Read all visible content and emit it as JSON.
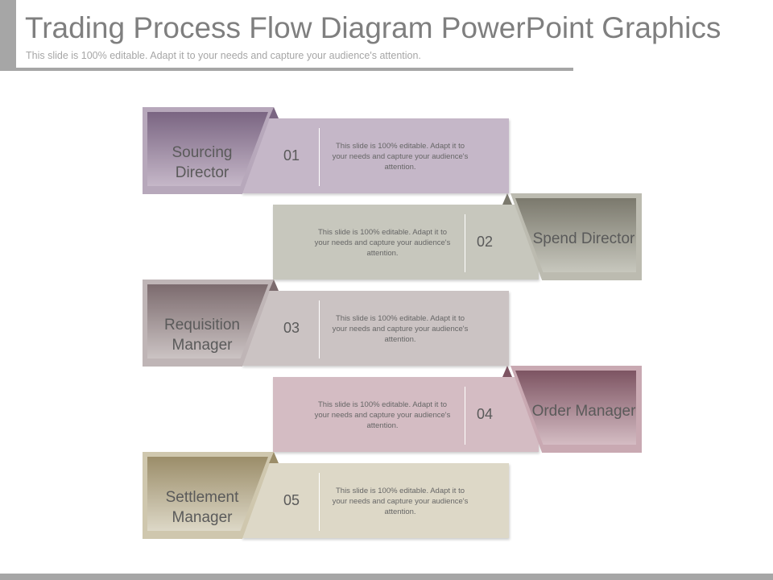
{
  "header": {
    "title": "Trading Process Flow Diagram PowerPoint Graphics",
    "subtitle": "This slide is 100% editable. Adapt it to your needs and capture your audience's attention."
  },
  "steps": [
    {
      "number": "01",
      "label": "Sourcing Director",
      "text": "This slide is 100% editable. Adapt it to your needs and capture your audience's attention.",
      "side": "left",
      "dark": "#7a6582",
      "light": "#c5b7c8",
      "frame": "#b7a8bb"
    },
    {
      "number": "02",
      "label": "Spend Director",
      "text": "This slide is 100% editable. Adapt it to your needs and capture your audience's attention.",
      "side": "right",
      "dark": "#7b796d",
      "light": "#c7c7bd",
      "frame": "#bcbbb0"
    },
    {
      "number": "03",
      "label": "Requisition Manager",
      "text": "This slide is 100% editable. Adapt it to your needs and capture your audience's attention.",
      "side": "left",
      "dark": "#7c6b6e",
      "light": "#cbc3c3",
      "frame": "#bfb5b6"
    },
    {
      "number": "04",
      "label": "Order Manager",
      "text": "This slide is 100% editable. Adapt it to your needs and capture your audience's attention.",
      "side": "right",
      "dark": "#7d5462",
      "light": "#d4bcc3",
      "frame": "#c9a9b2"
    },
    {
      "number": "05",
      "label": "Settlement Manager",
      "text": "This slide is 100% editable. Adapt it to your needs and capture your audience's attention.",
      "side": "left",
      "dark": "#9b8d69",
      "light": "#ddd8c7",
      "frame": "#cfc7ae"
    }
  ]
}
